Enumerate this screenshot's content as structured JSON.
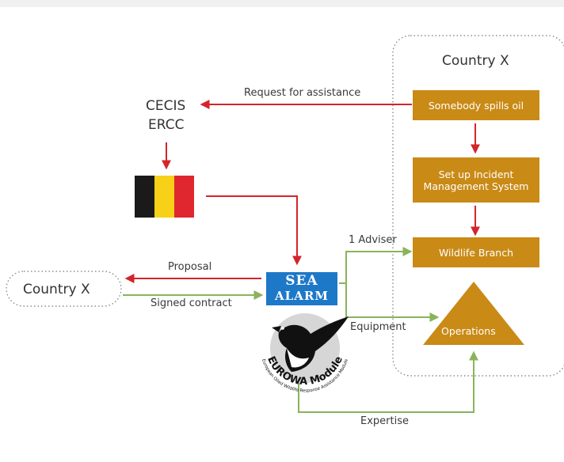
{
  "colors": {
    "red_arrow": "#d3252b",
    "green_arrow": "#8ab35a",
    "box_fill": "#c98a16",
    "logo_blue": "#1e78c8"
  },
  "nodes": {
    "country_x_right": "Country X",
    "country_x_left": "Country X",
    "cecis": "CECIS",
    "ercc": "ERCC",
    "spill": "Somebody spills oil",
    "ims_line1": "Set up Incident",
    "ims_line2": "Management System",
    "wildlife_branch": "Wildlife Branch",
    "operations": "Operations"
  },
  "edges": {
    "request": "Request for assistance",
    "proposal": "Proposal",
    "signed": "Signed contract",
    "adviser": "1 Adviser",
    "equipment": "Equipment",
    "expertise": "Expertise"
  },
  "logos": {
    "sea_alarm_line1": "SEA",
    "sea_alarm_line2": "ALARM",
    "eurowa": "EUROWA Module",
    "eurowa_sub": "European Oiled Wildlife Response Assistance Module"
  },
  "icons": {
    "flag": "belgium-flag-icon",
    "bird": "eurowa-bird-logo-icon"
  }
}
